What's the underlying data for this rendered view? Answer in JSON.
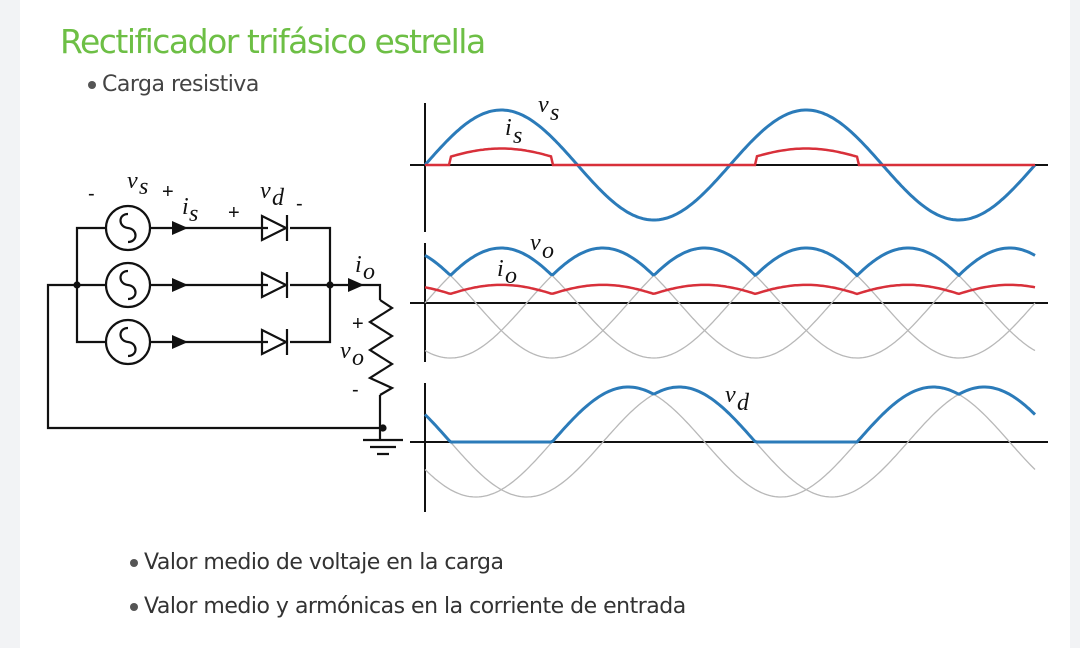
{
  "slide": {
    "title": "Rectificador trifásico estrella",
    "subtitle": "Carga  resistiva",
    "bullets": [
      "Valor medio de voltaje en la carga",
      "Valor medio y armónicas en la corriente de entrada"
    ]
  },
  "circuit": {
    "labels": {
      "vs": "v",
      "vs_sub": "s",
      "is": "i",
      "is_sub": "s",
      "vd": "v",
      "vd_sub": "d",
      "io": "i",
      "io_sub": "o",
      "vo": "v",
      "vo_sub": "o",
      "minus": "-",
      "plus": "+"
    }
  },
  "waveforms": {
    "colors": {
      "voltage": "#2b7bb9",
      "current": "#d8303a",
      "reference": "#b8b8b8"
    },
    "plot1": {
      "v_label": "v",
      "v_sub": "s",
      "i_label": "i",
      "i_sub": "s"
    },
    "plot2": {
      "v_label": "v",
      "v_sub": "o",
      "i_label": "i",
      "i_sub": "o"
    },
    "plot3": {
      "v_label": "v",
      "v_sub": "d"
    }
  }
}
